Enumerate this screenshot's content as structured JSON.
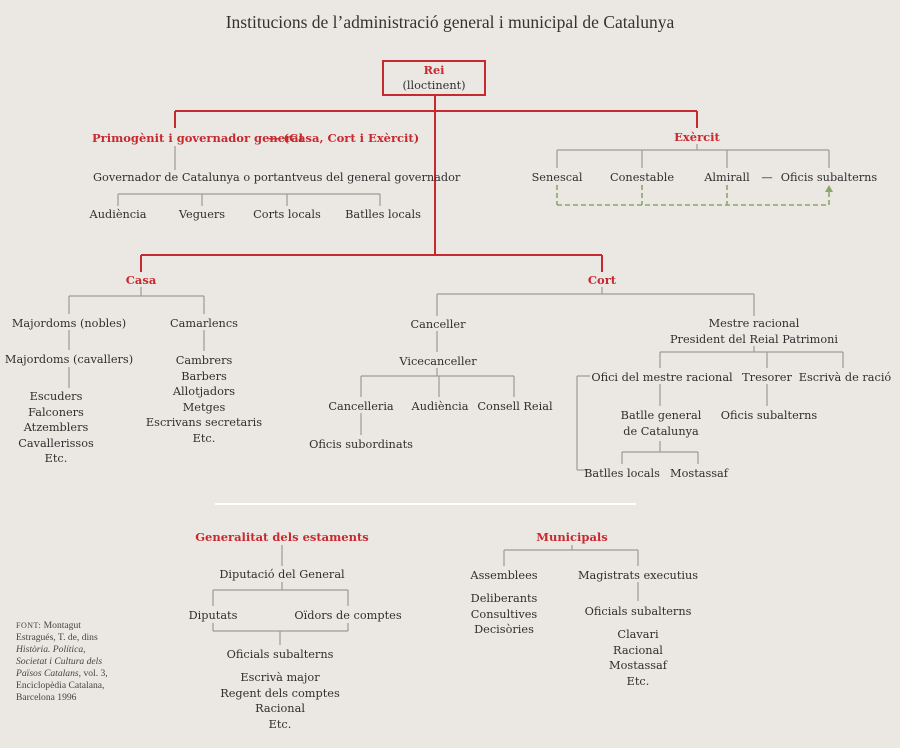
{
  "title": "Institucions de l’administració general i municipal de Catalunya",
  "rei": {
    "title": "Rei",
    "subtitle": "(lloctinent)"
  },
  "primogenit": "Primogènit i governador general",
  "casa_cort_exercit": "— (Casa, Cort i Exèrcit)",
  "governador": "Governador de Catalunya o portantveus del general governador",
  "gov_children": [
    "Audiència",
    "Veguers",
    "Corts locals",
    "Batlles locals"
  ],
  "exercit": {
    "title": "Exèrcit",
    "children": [
      "Senescal",
      "Conestable",
      "Almirall",
      "Oficis subalterns"
    ],
    "dash": "—"
  },
  "casa": {
    "title": "Casa",
    "majordoms_nobles": "Majordoms (nobles)",
    "majordoms_cavallers": "Majordoms (cavallers)",
    "majordoms_list": [
      "Escuders",
      "Falconers",
      "Atzemblers",
      "Cavallerissos",
      "Etc."
    ],
    "camarlencs": "Camarlencs",
    "camarlencs_list": [
      "Cambrers",
      "Barbers",
      "Allotjadors",
      "Metges",
      "Escrivans secretaris",
      "Etc."
    ]
  },
  "cort": {
    "title": "Cort",
    "canceller": "Canceller",
    "vicecanceller": "Vicecanceller",
    "vice_children": [
      "Cancelleria",
      "Audiència",
      "Consell Reial"
    ],
    "oficis_subordinats": "Oficis subordinats",
    "mestre_racional": [
      "Mestre racional",
      "President del Reial Patrimoni"
    ],
    "mestre_children": [
      "Ofici del mestre racional",
      "Tresorer",
      "Escrivà de ració"
    ],
    "batlle_general": [
      "Batlle general",
      "de Catalunya"
    ],
    "batlle_children": [
      "Batlles locals",
      "Mostassaf"
    ],
    "tresorer_oficis": "Oficis subalterns"
  },
  "generalitat": {
    "title": "Generalitat dels estaments",
    "diputacio": "Diputació del General",
    "diputats": "Diputats",
    "oidors": "Oïdors de comptes",
    "oficials": "Oficials subalterns",
    "oficials_list": [
      "Escrivà major",
      "Regent dels comptes",
      "Racional",
      "Etc."
    ]
  },
  "municipals": {
    "title": "Municipals",
    "assemblees": "Assemblees",
    "assemblees_list": [
      "Deliberants",
      "Consultives",
      "Decisòries"
    ],
    "magistrats": "Magistrats executius",
    "oficials": "Oficials subalterns",
    "oficials_list": [
      "Clavari",
      "Racional",
      "Mostassaf",
      "Etc."
    ]
  },
  "font": {
    "label": "FONT:",
    "author": "Montagut Estragués, T. de, dins",
    "work": "Història. Política, Societat i Cultura dels Països Catalans",
    "rest": ", vol. 3, Enciclopèdia Catalana, Barcelona 1996"
  },
  "colors": {
    "red": "#c8292f",
    "grey_line": "#9a9a9a",
    "green_dash": "#8aa86a",
    "background": "#ebe8e3"
  }
}
